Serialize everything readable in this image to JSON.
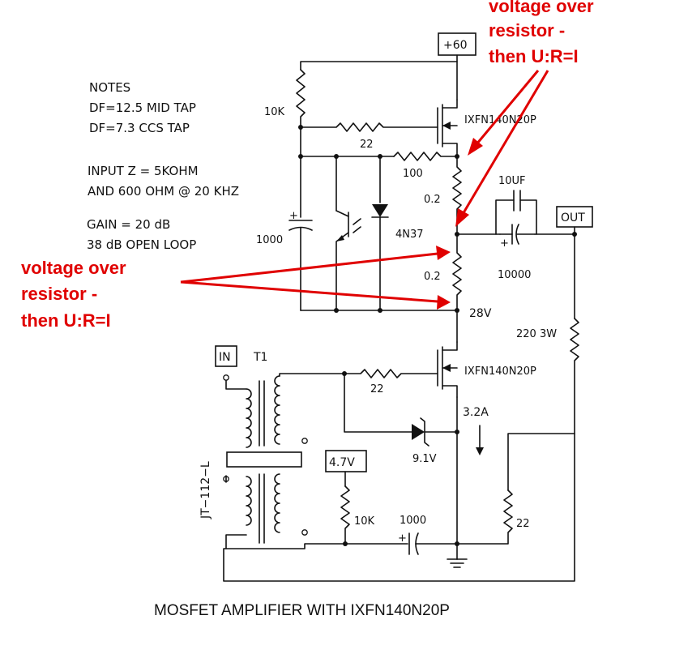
{
  "title": "MOSFET AMPLIFIER WITH IXFN140N20P",
  "notes": [
    "NOTES",
    "DF=12.5 MID TAP",
    "DF=7.3 CCS TAP"
  ],
  "input_z": [
    "INPUT Z = 5KOHM",
    "AND 600 OHM @ 20 KHZ"
  ],
  "gain": [
    "GAIN = 20 dB",
    "38 dB OPEN LOOP"
  ],
  "annotation_top": [
    "voltage over",
    "resistor -",
    "then U:R=I"
  ],
  "annotation_left": [
    "voltage over",
    "resistor -",
    "then U:R=I"
  ],
  "labels": {
    "supply": "+60",
    "out": "OUT",
    "in": "IN",
    "bias": "4.7V",
    "r_10k_top": "10K",
    "r_22_top": "22",
    "r_100": "100",
    "r_02_a": "0.2",
    "r_02_b": "0.2",
    "c_10uf": "10UF",
    "c_10000": "10000",
    "c_1000_left": "1000",
    "opto": "4N37",
    "mid_voltage": "28V",
    "r_220": "220 3W",
    "mosfet_top": "IXFN140N20P",
    "mosfet_bottom": "IXFN140N20P",
    "r_22_mid": "22",
    "current": "3.2A",
    "zener": "9.1V",
    "transformer": "T1",
    "transformer_model": "JT−112−L",
    "r_10k_bottom": "10K",
    "c_1000_bottom": "1000",
    "r_22_right": "22",
    "plus": "+"
  }
}
